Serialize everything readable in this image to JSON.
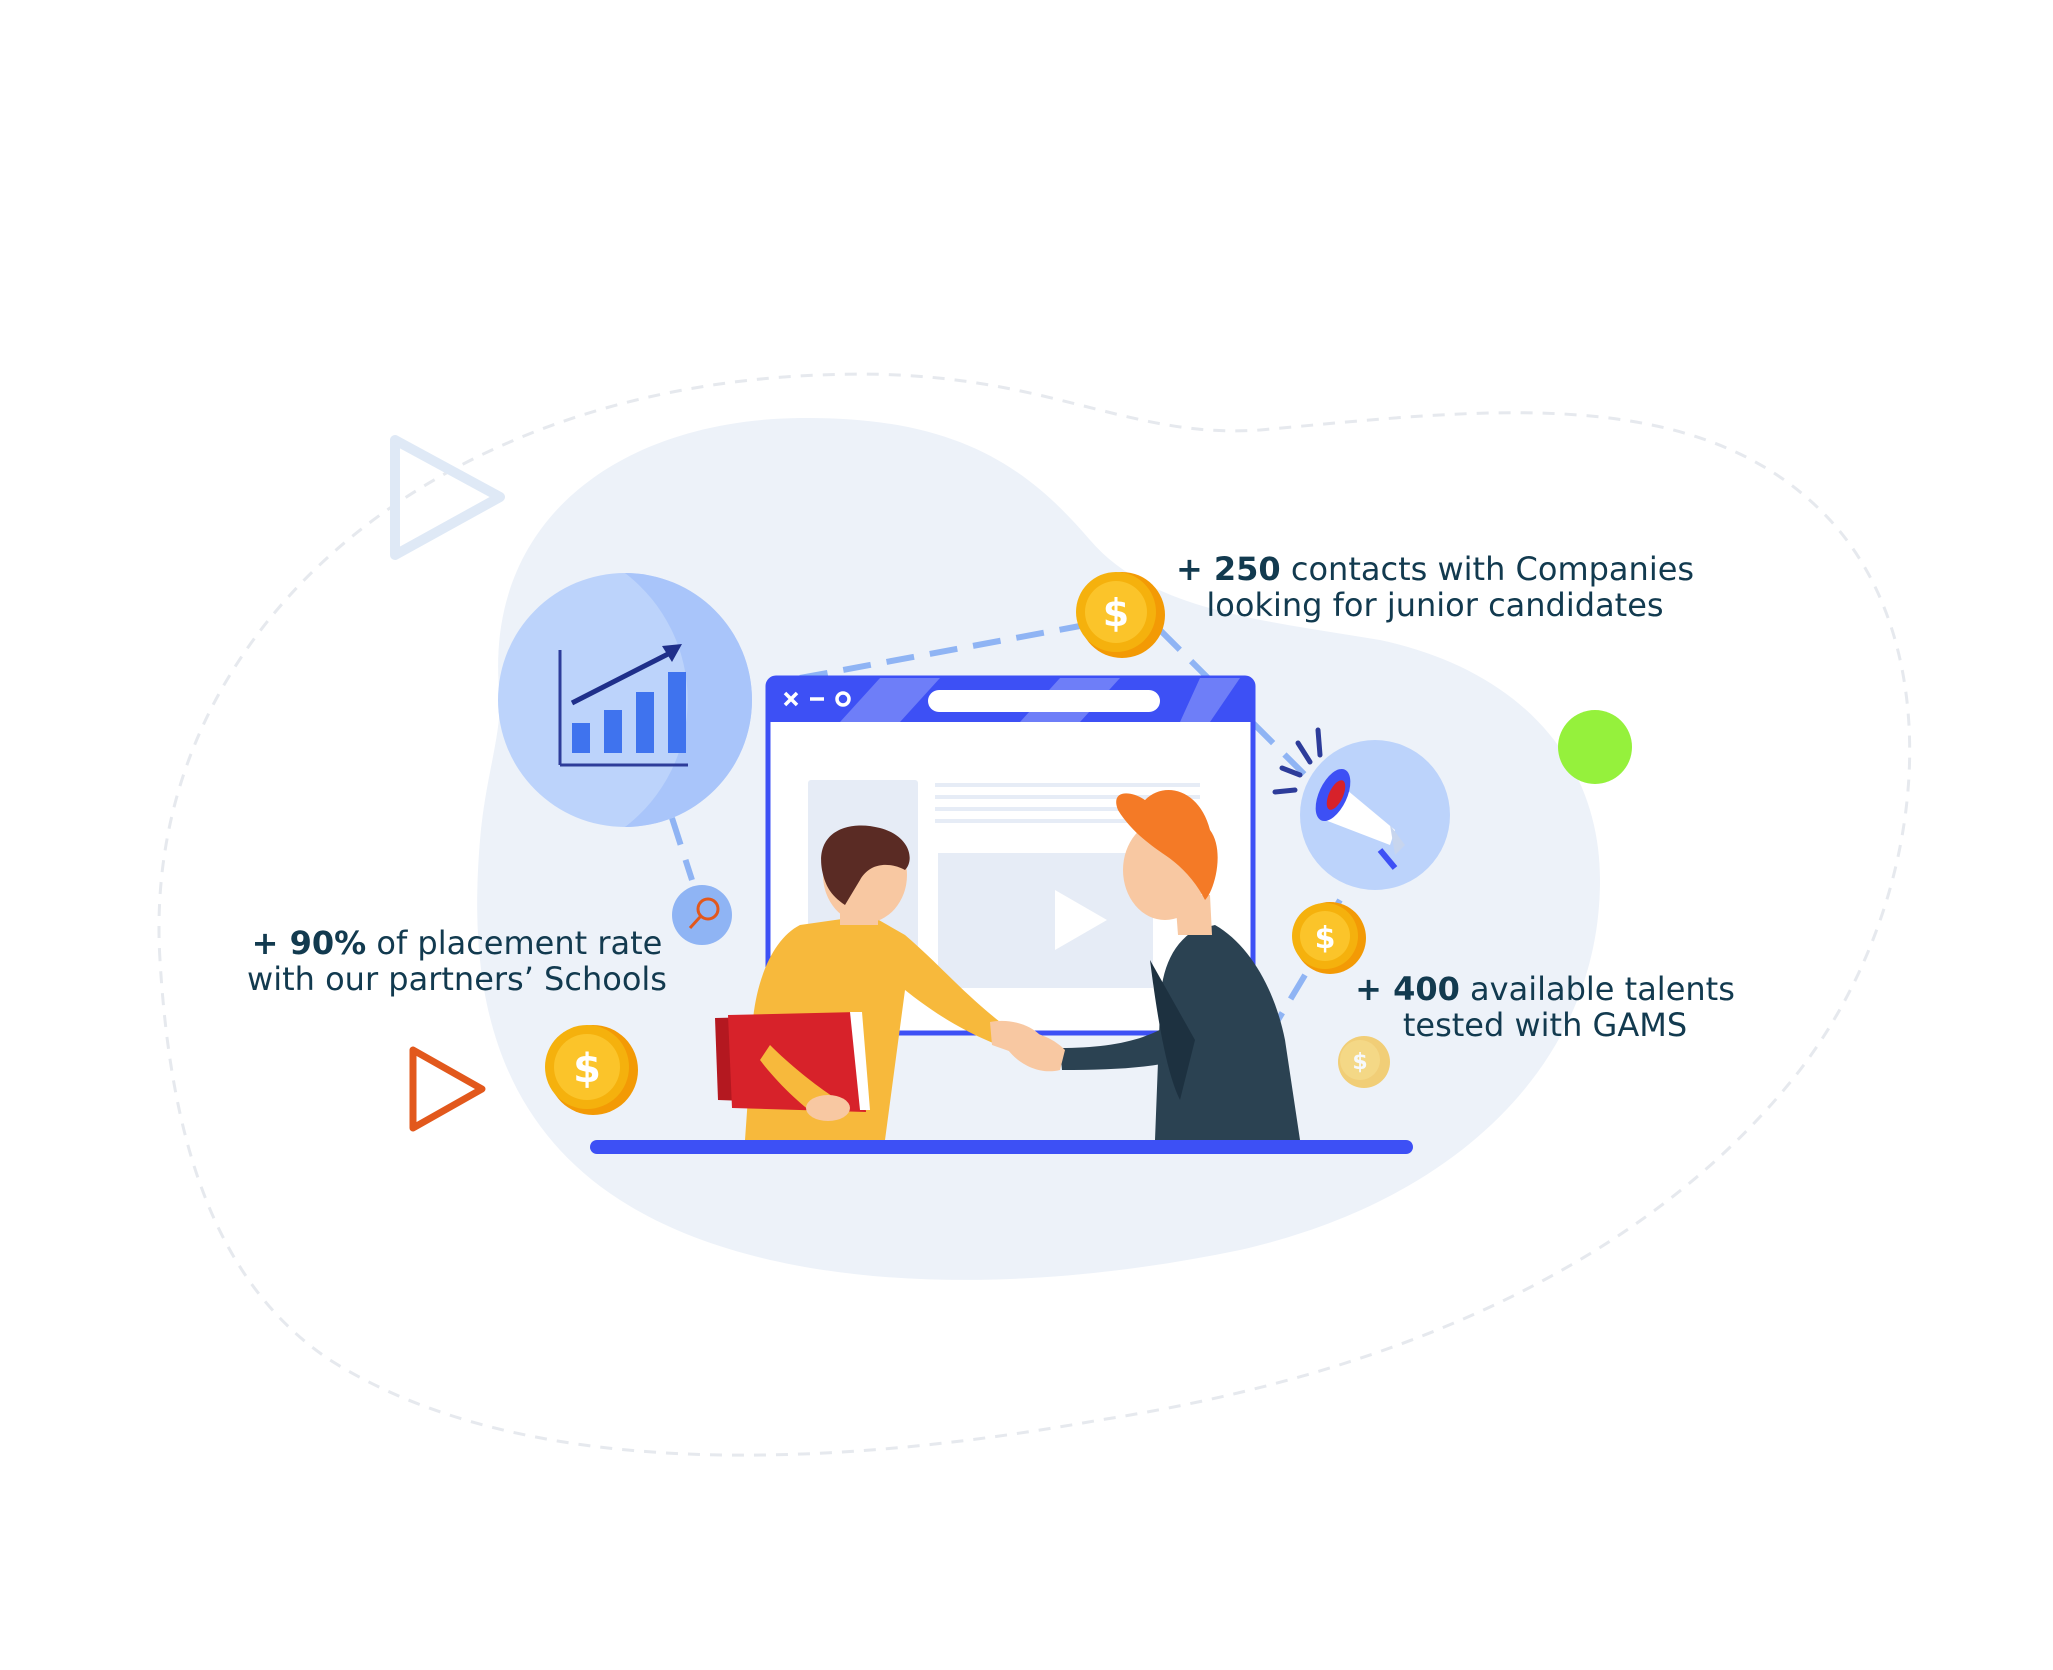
{
  "stats": [
    {
      "id": "contacts",
      "number": "+ 250",
      "text_line1": "contacts  with Companies",
      "text_line2": "looking for junior candidates"
    },
    {
      "id": "placement",
      "number": "+ 90%",
      "text_line1": "of placement rate",
      "text_line2": "with our partners’ Schools"
    },
    {
      "id": "talents",
      "number": "+ 400",
      "text_line1": "available talents",
      "text_line2": "tested with GAMS"
    }
  ],
  "colors": {
    "text": "#123a4f",
    "blob": "#edf2f9",
    "primary_blue": "#3d50f5",
    "light_blue": "#bcd3fb",
    "coin": "#f5b10d",
    "coin_rim": "#f39a05",
    "green_dot": "#95f13c",
    "orange_play": "#e2581c",
    "pale_play": "#dfe9f6",
    "yellow_shirt": "#f7b93c",
    "dark_shirt": "#2b4252",
    "hair_orange": "#f47a26",
    "hair_brown": "#5a2b24",
    "book_red": "#d7222a",
    "skin": "#f8c8a2"
  },
  "icons": [
    "growth-chart-icon",
    "search-icon",
    "megaphone-icon",
    "coin-icon",
    "play-triangle-icon",
    "video-play-icon",
    "window-close-icon"
  ]
}
